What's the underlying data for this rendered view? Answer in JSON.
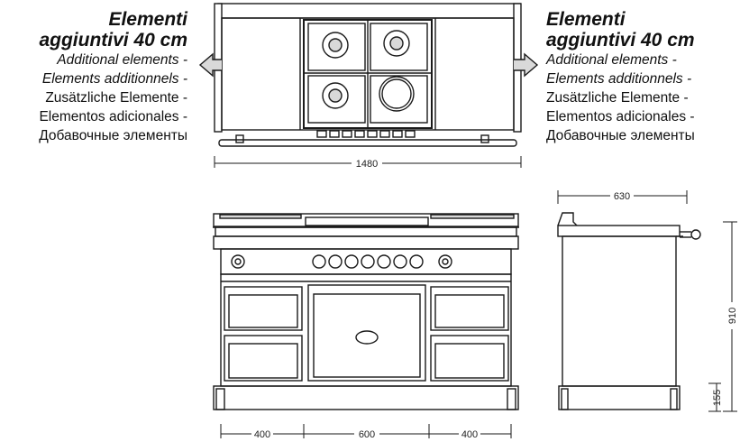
{
  "labels": {
    "left": {
      "heading1": "Elementi",
      "heading2": "aggiuntivi 40 cm",
      "en": "Additional elements -",
      "fr": "Elements additionnels -",
      "de": "Zusätzliche Elemente -",
      "es": "Elementos adicionales -",
      "ru": "Добавочные элементы"
    },
    "right": {
      "heading1": "Elementi",
      "heading2": "aggiuntivi 40 cm",
      "en": "Additional elements -",
      "fr": "Elements additionnels -",
      "de": "Zusätzliche Elemente -",
      "es": "Elementos adicionales -",
      "ru": "Добавочные элементы"
    }
  },
  "dimensions": {
    "total_width": "1480",
    "depth": "630",
    "height": "910",
    "plinth": "155",
    "left_section": "400",
    "center_section": "600",
    "right_section": "400"
  },
  "colors": {
    "line": "#1a1a1a",
    "fill": "#ffffff",
    "shade": "#d9d9d9"
  }
}
